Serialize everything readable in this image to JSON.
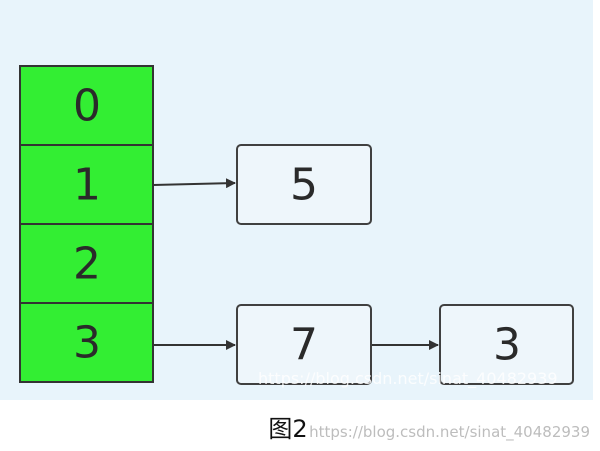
{
  "array": {
    "cells": [
      "0",
      "1",
      "2",
      "3"
    ],
    "fill_color": "#33ee33",
    "border_color": "#333333"
  },
  "nodes": {
    "node_5": "5",
    "node_7": "7",
    "node_3": "3",
    "fill_color": "#eef6fb",
    "border_color": "#404040"
  },
  "caption": "图2",
  "watermark": "https://blog.csdn.net/sinat_40482939"
}
